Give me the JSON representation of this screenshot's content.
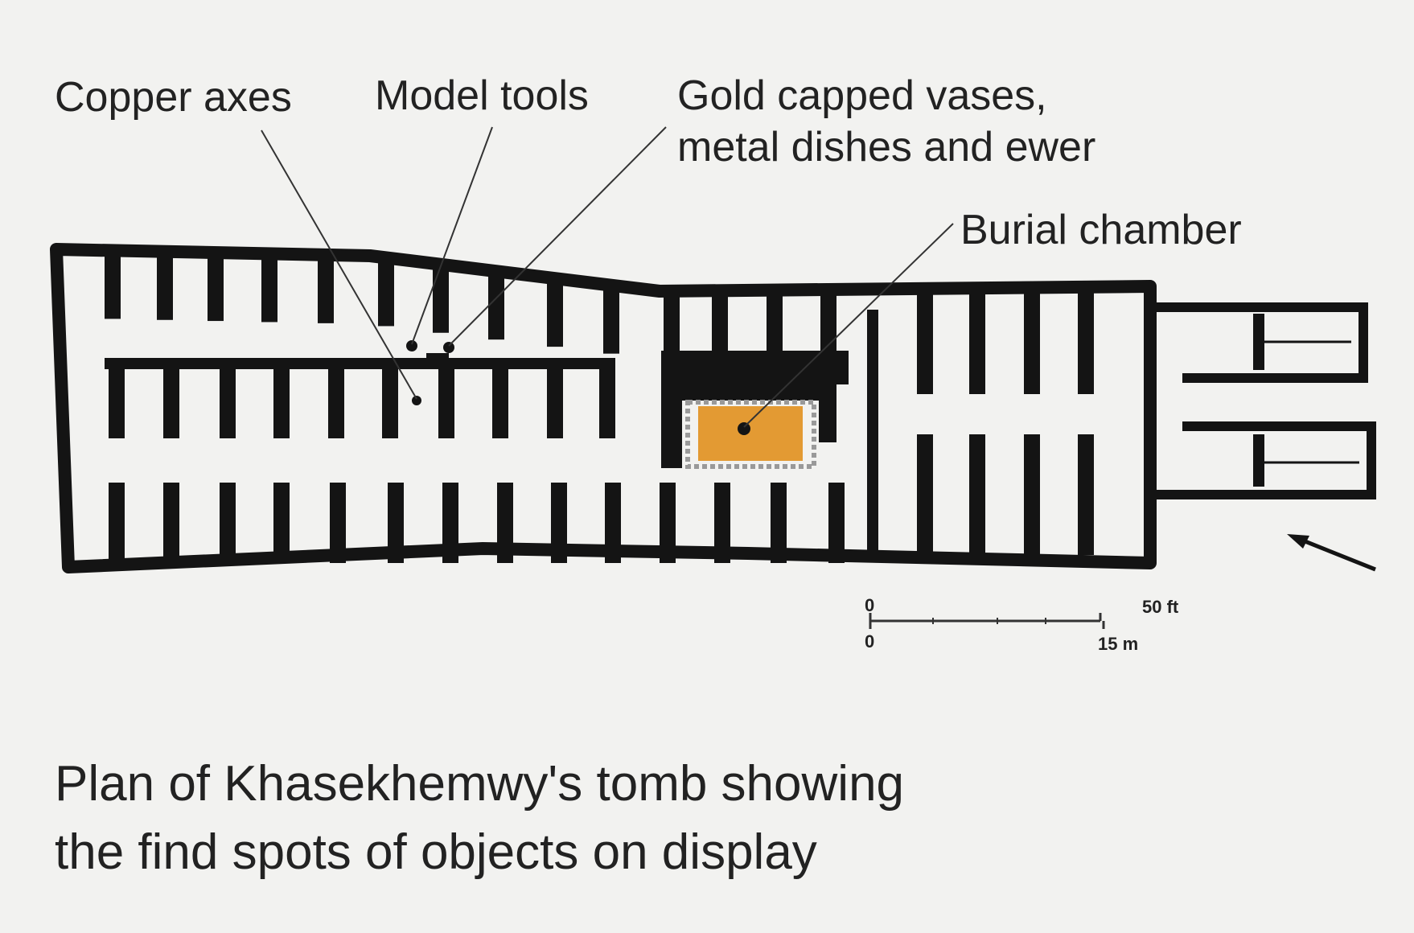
{
  "labels": {
    "copper_axes": "Copper axes",
    "model_tools": "Model tools",
    "gold_vases_line1": "Gold capped vases,",
    "gold_vases_line2": "metal dishes and ewer",
    "burial_chamber": "Burial chamber"
  },
  "scale": {
    "zero_ft": "0",
    "zero_m": "0",
    "ft_label": "50 ft",
    "m_label": "15 m"
  },
  "caption": {
    "line1": "Plan of Khasekhemwy's tomb showing",
    "line2": "the find spots of objects on display"
  },
  "colors": {
    "wall": "#141414",
    "background": "#f2f2f0",
    "burial_chamber_fill": "#e39a33",
    "leader_line": "#333333"
  },
  "icons": {
    "north_arrow": "north-arrow-icon"
  }
}
